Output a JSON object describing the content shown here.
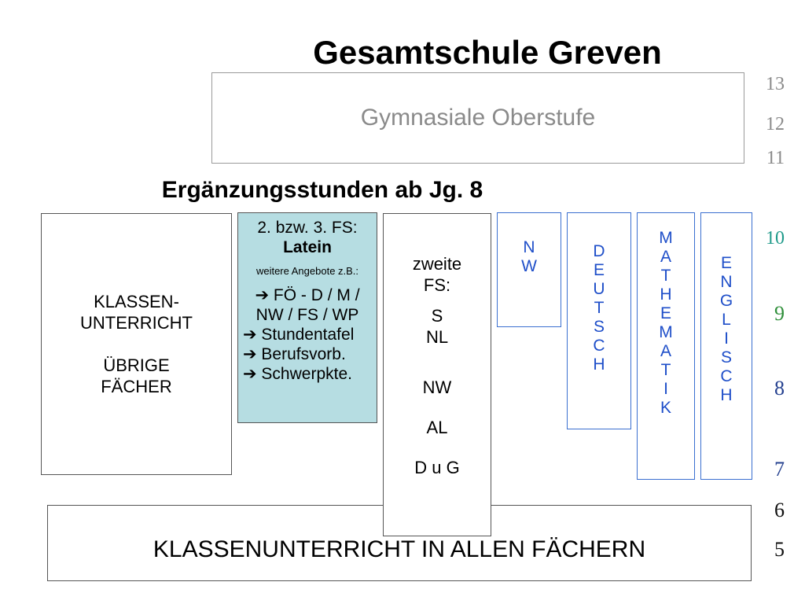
{
  "title": "Gesamtschule Greven",
  "oberstufe_label": "Gymnasiale Oberstufe",
  "subtitle": "Ergänzungsstunden ab Jg. 8",
  "klassen_box": {
    "line1": "KLASSEN-",
    "line2": "UNTERRICHT",
    "line3": "ÜBRIGE",
    "line4": "FÄCHER"
  },
  "latein_box": {
    "line1": "2. bzw. 3. FS:",
    "line2": "Latein",
    "small": "weitere Angebote z.B.:",
    "item1a": "➔ FÖ - D / M /",
    "item1b": "NW / FS / WP",
    "item2": "➔ Stundentafel",
    "item3": "➔  Berufsvorb.",
    "item4": "➔ Schwerpkte."
  },
  "zweite_box": {
    "line1": "zweite",
    "line2": "FS:",
    "s": "S",
    "nl": "NL",
    "nw": "NW",
    "al": "AL",
    "dug": "D u G"
  },
  "vertical_boxes": {
    "nw": [
      "N",
      "W"
    ],
    "deutsch": [
      "D",
      "E",
      "U",
      "T",
      "S",
      "C",
      "H"
    ],
    "mathematik": [
      "M",
      "A",
      "T",
      "H",
      "E",
      "M",
      "A",
      "T",
      "I",
      "K"
    ],
    "englisch": [
      "E",
      "N",
      "G",
      "L",
      "I",
      "S",
      "C",
      "H"
    ]
  },
  "allen_label": "KLASSENUNTERRICHT IN ALLEN FÄCHERN",
  "grades": {
    "g13": "13",
    "g12": "12",
    "g11": "11",
    "g10": "10",
    "g9": "9",
    "g8": "8",
    "g7": "7",
    "g6": "6",
    "g5": "5"
  },
  "colors": {
    "grade_gray": "#8a8a8a",
    "grade_teal": "#1f9a8a",
    "grade_green": "#2f8f3a",
    "grade_blue": "#24408f",
    "grade_dark": "#111111",
    "vertical_text": "#1f4fc9",
    "latein_fill": "#b6dde2"
  }
}
